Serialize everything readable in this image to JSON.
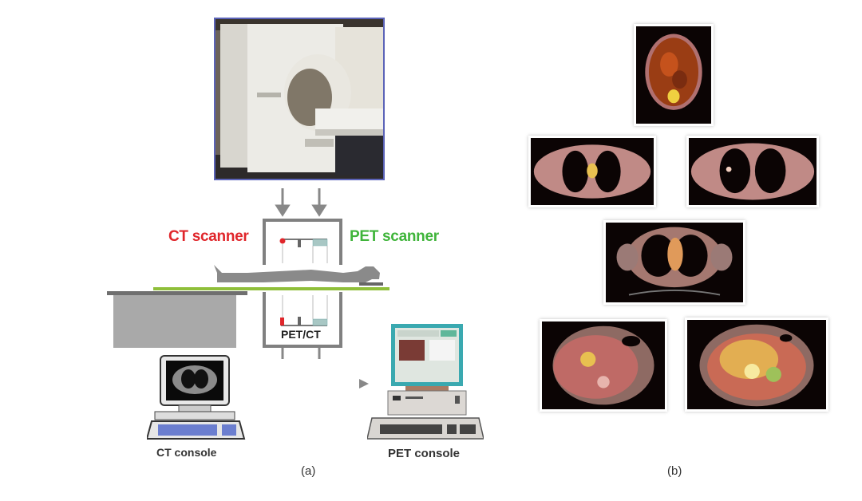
{
  "panel_a": {
    "photo_alt": "PET/CT scanner photo",
    "ct_label": "CT scanner",
    "pet_label": "PET scanner",
    "gantry_label": "PET/CT",
    "ct_console_label": "CT console",
    "pet_console_label": "PET console",
    "caption": "(a)",
    "colors": {
      "ct": "#e0262b",
      "pet": "#3fb43a",
      "table": "#8fbf3a",
      "gantry": "#808080",
      "monitor_teal": "#3aa9b0"
    }
  },
  "panel_b": {
    "caption": "(b)",
    "scans": [
      {
        "region": "brain",
        "description": "axial brain PET/CT"
      },
      {
        "region": "upper-chest-left",
        "description": "axial thorax PET/CT with mediastinal uptake"
      },
      {
        "region": "upper-chest-right",
        "description": "axial thorax PET/CT with lung nodule"
      },
      {
        "region": "mid-chest",
        "description": "axial thorax PET/CT"
      },
      {
        "region": "upper-abdomen",
        "description": "axial abdomen PET/CT"
      },
      {
        "region": "lower-abdomen",
        "description": "axial abdomen PET/CT with high uptake"
      }
    ]
  }
}
